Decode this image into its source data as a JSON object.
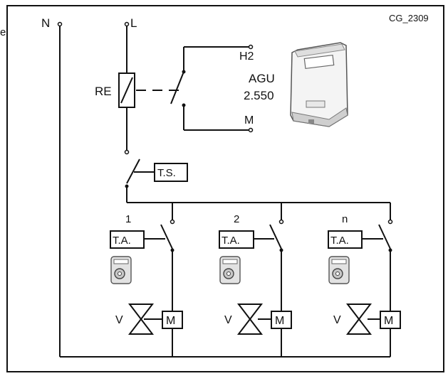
{
  "figure_code": "CG_2309",
  "edge_fragment": "e",
  "supply": {
    "neutral": "N",
    "line": "L"
  },
  "relay": {
    "label": "RE"
  },
  "contacts": {
    "top": "H2",
    "bottom": "M"
  },
  "device": {
    "name": "AGU",
    "model": "2.550"
  },
  "thermostat_main": {
    "label": "T.S."
  },
  "zones": [
    {
      "number": "1",
      "thermostat": "T.A.",
      "valve": "V",
      "motor": "M"
    },
    {
      "number": "2",
      "thermostat": "T.A.",
      "valve": "V",
      "motor": "M"
    },
    {
      "number": "n",
      "thermostat": "T.A.",
      "valve": "V",
      "motor": "M"
    }
  ],
  "icons": {
    "control_unit": "agu-control-unit-icon",
    "room_thermostat": "room-thermostat-icon",
    "valve": "valve-icon"
  }
}
